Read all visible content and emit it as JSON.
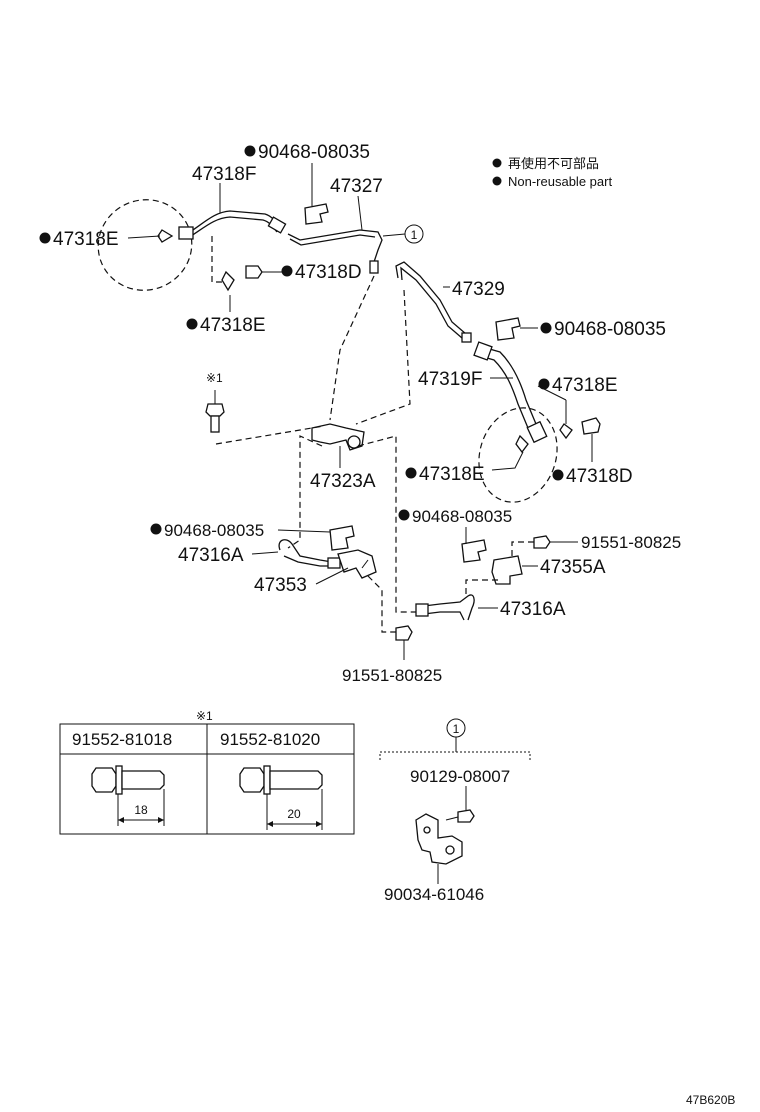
{
  "legend": {
    "jp": "再使用不可部品",
    "en": "Non-reusable part"
  },
  "labels": {
    "p47318F": "47318F",
    "p90468_top": "90468-08035",
    "p47327": "47327",
    "p47318E_left": "47318E",
    "p47318D_top": "47318D",
    "p47318E_mid": "47318E",
    "p47329": "47329",
    "p90468_right": "90468-08035",
    "p47319F": "47319F",
    "p47318E_right": "47318E",
    "p47318E_low": "47318E",
    "p47318D_right": "47318D",
    "p47323A": "47323A",
    "p90468_left_low": "90468-08035",
    "p47316A_left": "47316A",
    "p47353": "47353",
    "p90468_center_low": "90468-08035",
    "p91551_right": "91551-80825",
    "p47355A": "47355A",
    "p47316A_right": "47316A",
    "p91551_bottom": "91551-80825",
    "mark1_bolt": "※1"
  },
  "circle_ref": {
    "number": "1"
  },
  "bolt_table": {
    "mark": "※1",
    "columns": [
      {
        "part": "91552-81018",
        "dimension": "18"
      },
      {
        "part": "91552-81020",
        "dimension": "20"
      }
    ]
  },
  "detail_one": {
    "number": "1",
    "bolt": "90129-08007",
    "bracket": "90034-61046"
  },
  "illustration_code": "47B620B"
}
